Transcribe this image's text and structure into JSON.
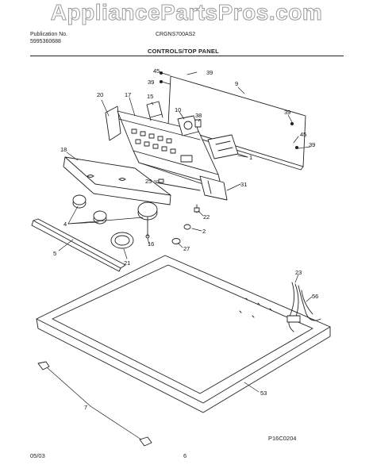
{
  "watermark": "AppliancePartsPros.com",
  "header": {
    "publication_label": "Publication No.",
    "publication_number": "5995360688",
    "model": "CRGNS700AS2",
    "section_title": "CONTROLS/TOP PANEL"
  },
  "callouts": [
    {
      "id": "c45a",
      "text": "45"
    },
    {
      "id": "c39a",
      "text": "39"
    },
    {
      "id": "c39b",
      "text": "39"
    },
    {
      "id": "c9",
      "text": "9"
    },
    {
      "id": "c20",
      "text": "20"
    },
    {
      "id": "c17",
      "text": "17"
    },
    {
      "id": "c15",
      "text": "15"
    },
    {
      "id": "c10",
      "text": "10"
    },
    {
      "id": "c38",
      "text": "38"
    },
    {
      "id": "c39c",
      "text": "39"
    },
    {
      "id": "c45b",
      "text": "45"
    },
    {
      "id": "c39d",
      "text": "39"
    },
    {
      "id": "c1",
      "text": "1"
    },
    {
      "id": "c18",
      "text": "18"
    },
    {
      "id": "c25",
      "text": "25"
    },
    {
      "id": "c31",
      "text": "31"
    },
    {
      "id": "c22",
      "text": "22"
    },
    {
      "id": "c4",
      "text": "4"
    },
    {
      "id": "c2",
      "text": "2"
    },
    {
      "id": "c16",
      "text": "16"
    },
    {
      "id": "c27",
      "text": "27"
    },
    {
      "id": "c21",
      "text": "21"
    },
    {
      "id": "c5",
      "text": "5"
    },
    {
      "id": "c23",
      "text": "23"
    },
    {
      "id": "c56",
      "text": "56"
    },
    {
      "id": "c53",
      "text": "53"
    },
    {
      "id": "c7",
      "text": "7"
    }
  ],
  "footer": {
    "date": "05/03",
    "page": "6",
    "figure_code": "P16C0204"
  }
}
